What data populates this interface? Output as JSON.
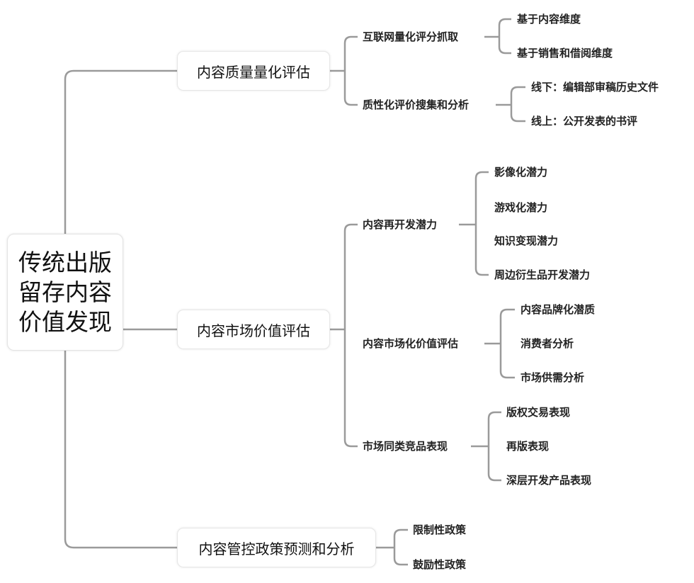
{
  "root": {
    "line1": "传统出版",
    "line2": "留存内容",
    "line3": "价值发现"
  },
  "branches": [
    {
      "label": "内容质量量化评估",
      "children": [
        {
          "label": "互联网量化评分抓取",
          "children": [
            "基于内容维度",
            "基于销售和借阅维度"
          ]
        },
        {
          "label": "质性化评价搜集和分析",
          "children": [
            "线下：编辑部审稿历史文件",
            "线上：公开发表的书评"
          ]
        }
      ]
    },
    {
      "label": "内容市场价值评估",
      "children": [
        {
          "label": "内容再开发潜力",
          "children": [
            "影像化潜力",
            "游戏化潜力",
            "知识变现潜力",
            "周边衍生品开发潜力"
          ]
        },
        {
          "label": "内容市场化价值评估",
          "children": [
            "内容品牌化潜质",
            "消费者分析",
            "市场供需分析"
          ]
        },
        {
          "label": "市场同类竞品表现",
          "children": [
            "版权交易表现",
            "再版表现",
            "深层开发产品表现"
          ]
        }
      ]
    },
    {
      "label": "内容管控政策预测和分析",
      "children": [
        "限制性政策",
        "鼓励性政策"
      ]
    }
  ],
  "colors": {
    "line": "#9a9a9a",
    "text": "#222222",
    "border": "#e4e4e4"
  }
}
